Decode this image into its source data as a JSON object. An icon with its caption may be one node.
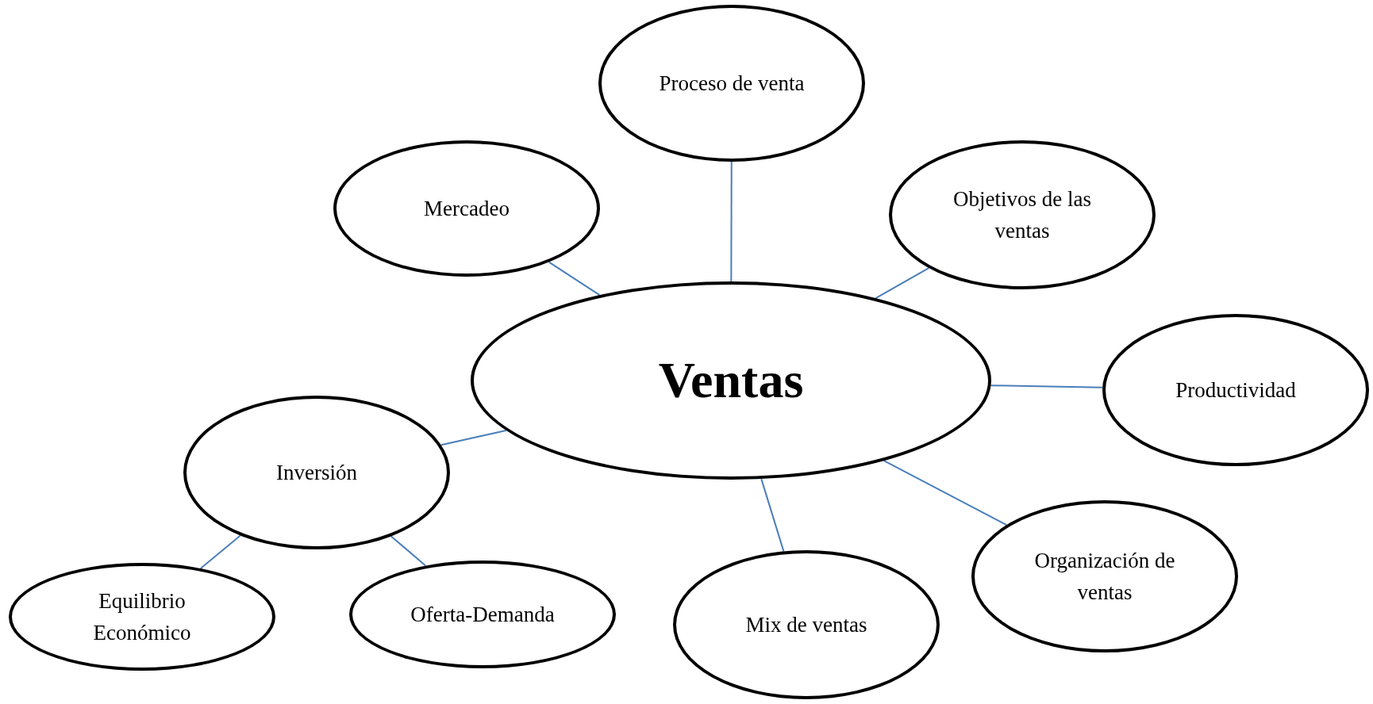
{
  "diagram": {
    "nodes": [
      {
        "text": [
          "Proceso de venta"
        ]
      },
      {
        "text": [
          "Mercadeo"
        ]
      },
      {
        "text": [
          "Objetivos de las ventas"
        ]
      },
      {
        "text": [
          "Ventas"
        ]
      },
      {
        "text": [
          "Productividad"
        ]
      },
      {
        "text": [
          "Inversión"
        ]
      },
      {
        "text": [
          "Organización de ventas"
        ]
      },
      {
        "text": [
          "Mix de ventas"
        ]
      },
      {
        "text": [
          "Equilibrio Económico"
        ]
      },
      {
        "text": [
          "Oferta-Demanda"
        ]
      }
    ],
    "edges": [
      {
        "from": 3,
        "to": 0,
        "arrow": "none"
      },
      {
        "from": 3,
        "to": 1,
        "arrow": "none"
      },
      {
        "from": 3,
        "to": 2,
        "arrow": "none"
      },
      {
        "from": 3,
        "to": 4,
        "arrow": "none"
      },
      {
        "from": 3,
        "to": 5,
        "arrow": "none"
      },
      {
        "from": 3,
        "to": 6,
        "arrow": "none"
      },
      {
        "from": 3,
        "to": 7,
        "arrow": "none"
      },
      {
        "from": 5,
        "to": 8,
        "arrow": "none"
      },
      {
        "from": 5,
        "to": 9,
        "arrow": "none"
      }
    ]
  }
}
